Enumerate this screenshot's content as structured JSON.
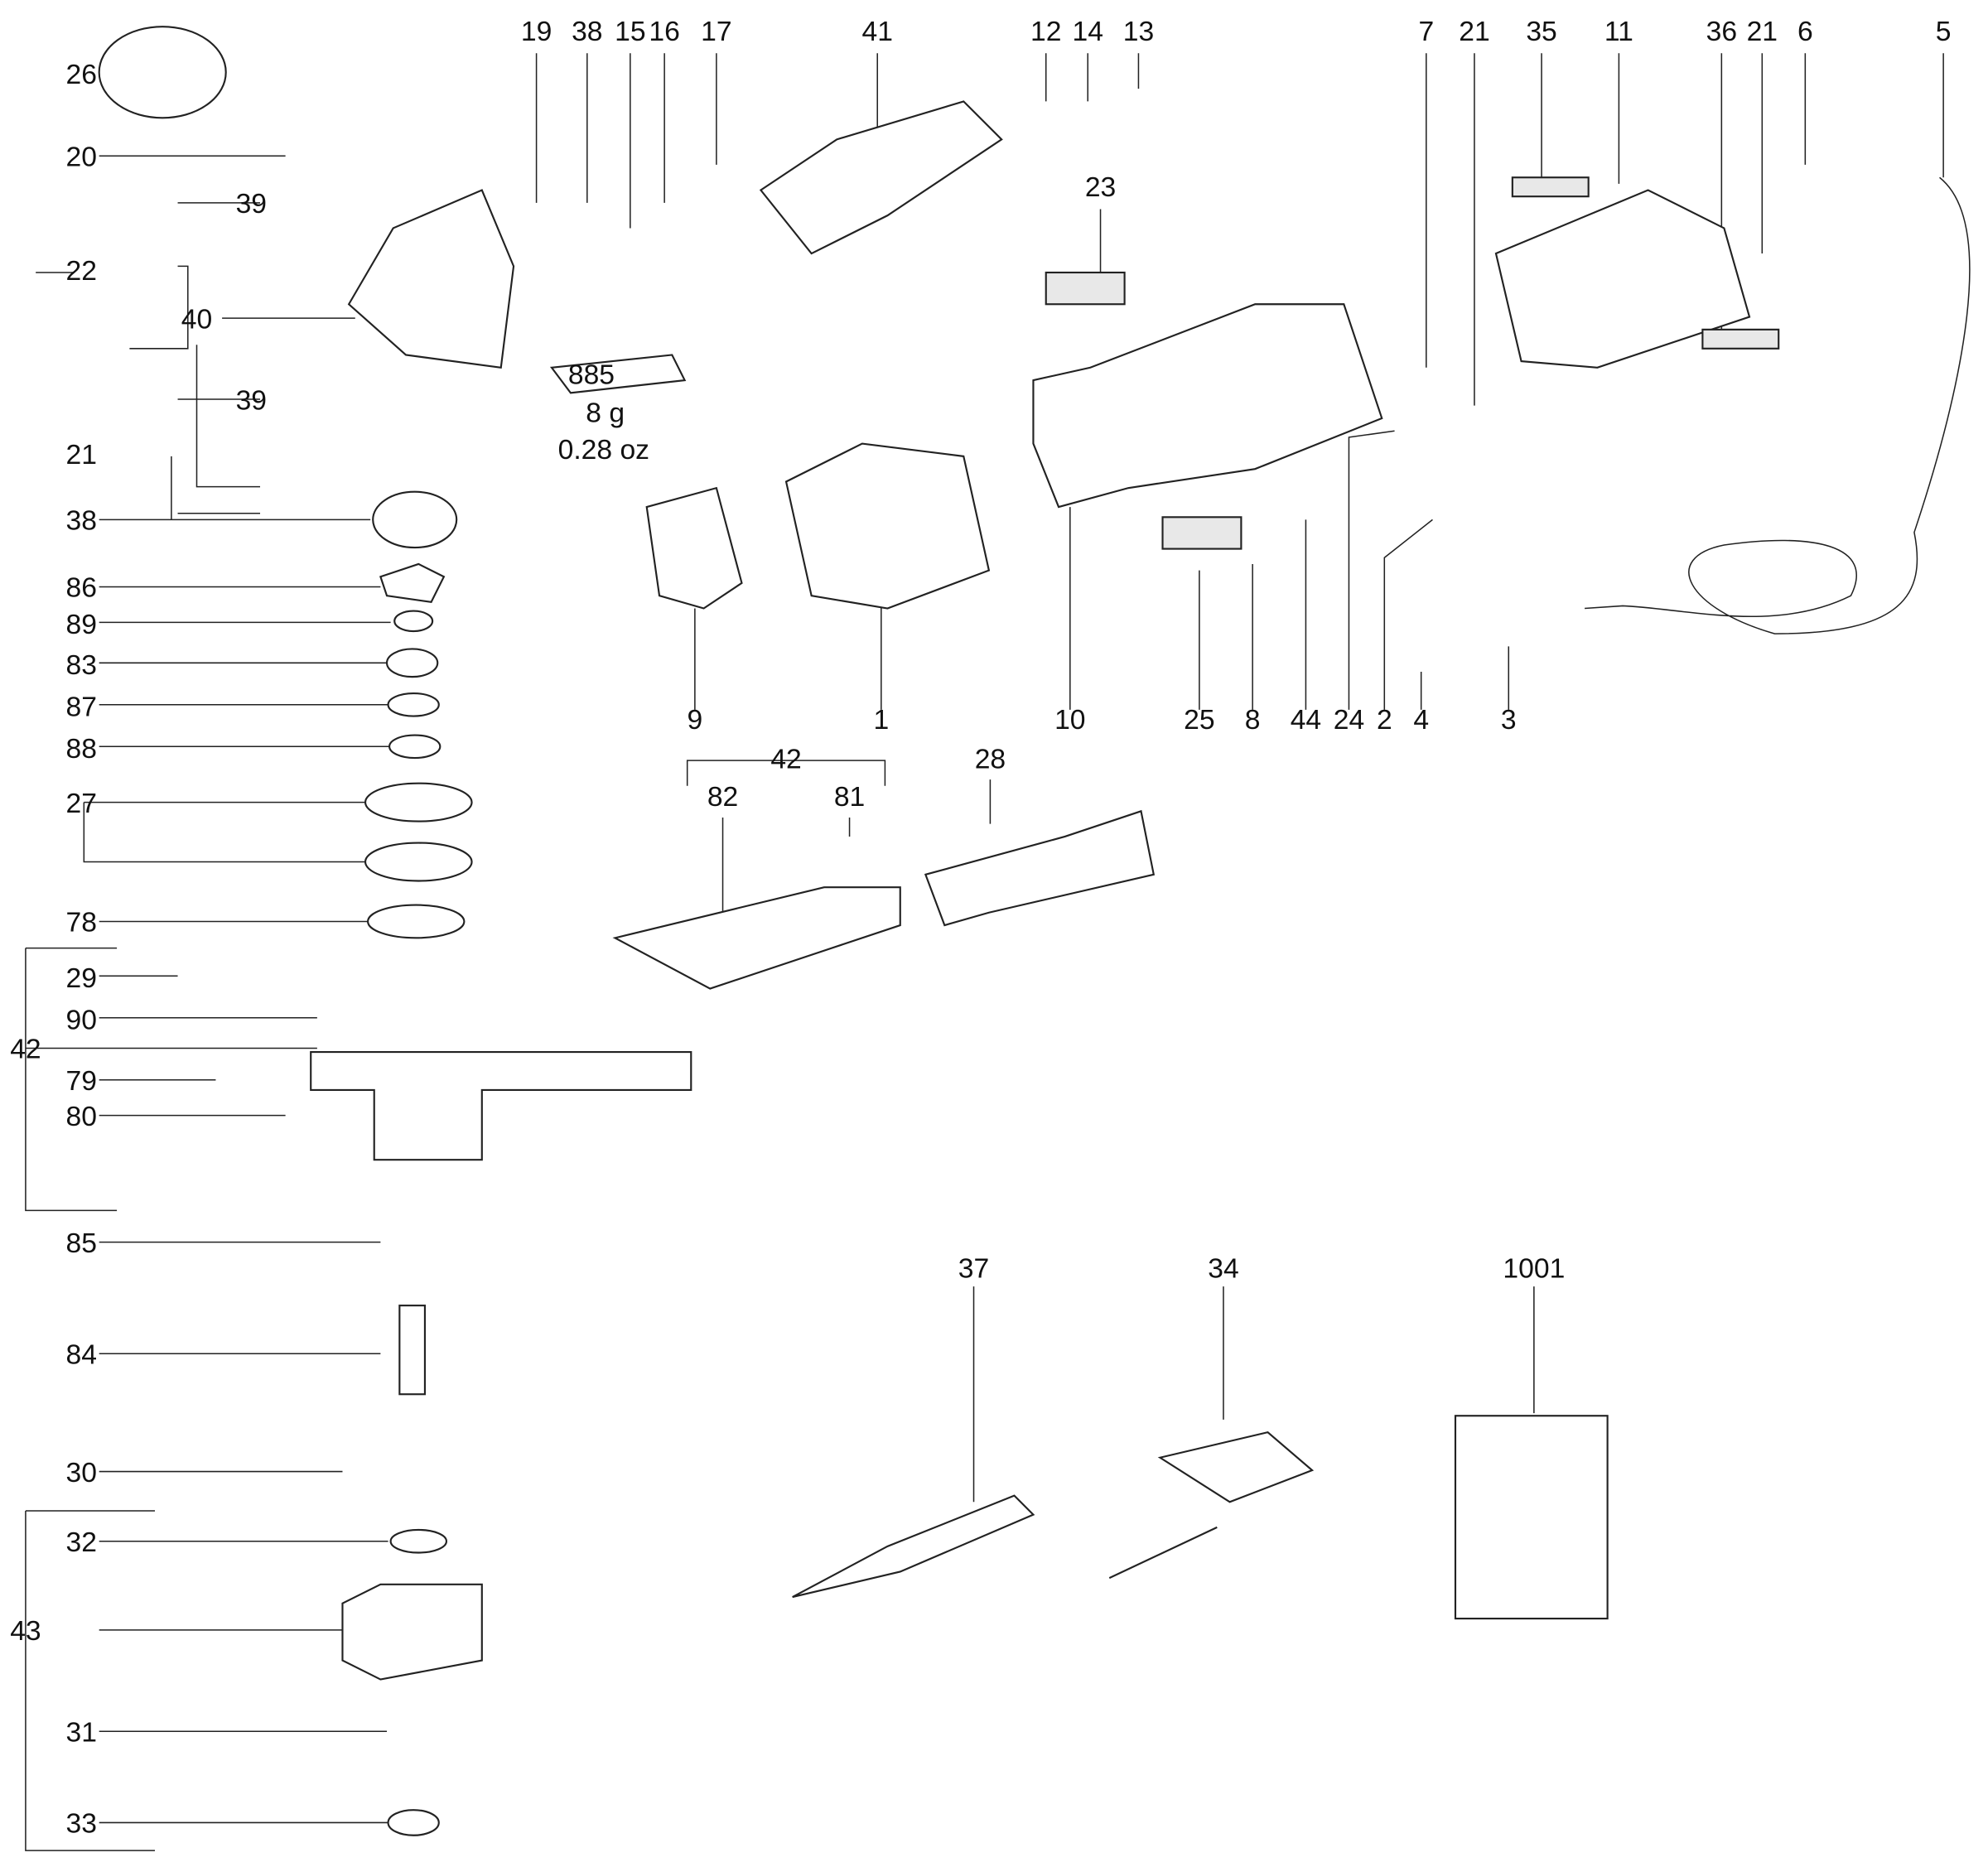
{
  "diagram": {
    "type": "exploded parts diagram",
    "labels": {
      "top": [
        "19",
        "38",
        "15",
        "16",
        "17",
        "41",
        "12",
        "14",
        "13",
        "7",
        "21",
        "35",
        "11",
        "36",
        "21",
        "6",
        "5"
      ],
      "p23": "23",
      "bottom": [
        "9",
        "1",
        "10",
        "25",
        "8",
        "44",
        "24",
        "2",
        "4",
        "3"
      ],
      "mid": [
        "42",
        "82",
        "81",
        "28"
      ],
      "left": [
        "26",
        "20",
        "39",
        "22",
        "40",
        "39",
        "21",
        "38",
        "86",
        "89",
        "83",
        "87",
        "88",
        "27",
        "78",
        "29",
        "90",
        "42",
        "79",
        "80",
        "85",
        "84",
        "30",
        "32",
        "43",
        "31",
        "33"
      ],
      "tools": [
        "37",
        "34",
        "1001"
      ]
    },
    "grease": {
      "code": "885",
      "weight_g": "8 g",
      "weight_oz": "0.28 oz"
    }
  }
}
